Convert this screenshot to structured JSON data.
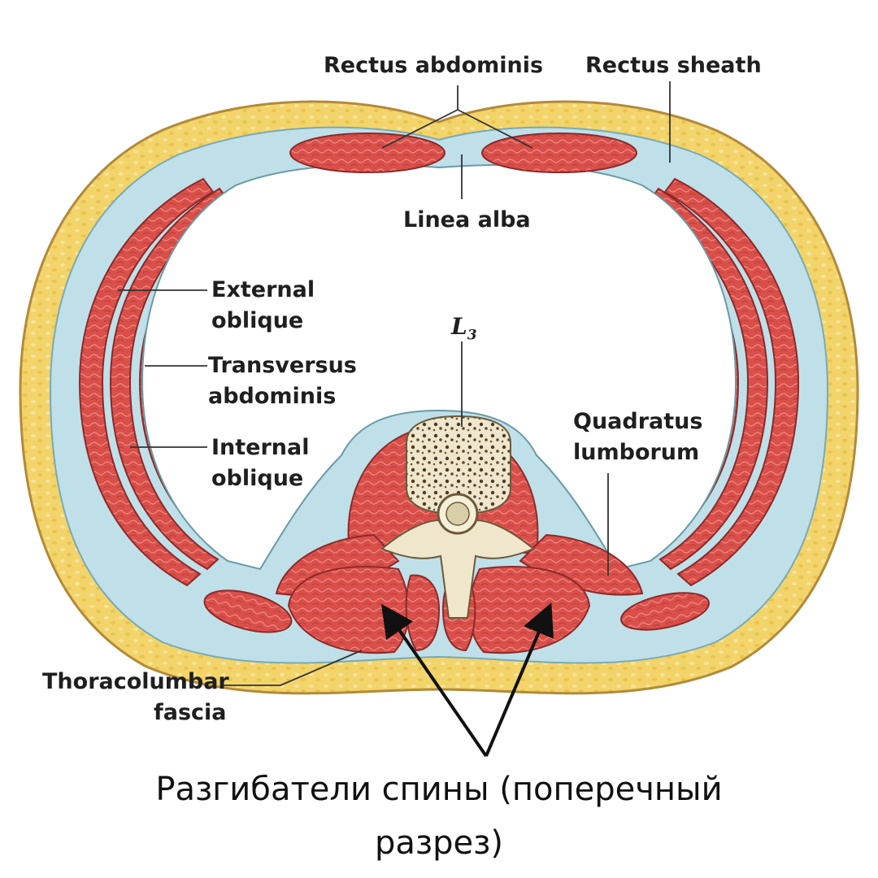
{
  "labels": {
    "rectus_abdominis": "Rectus abdominis",
    "rectus_sheath": "Rectus sheath",
    "linea_alba": "Linea alba",
    "external_oblique": [
      "External",
      "oblique"
    ],
    "transversus_abdominis": [
      "Transversus",
      "abdominis"
    ],
    "internal_oblique": [
      "Internal",
      "oblique"
    ],
    "vertebra_letter": "L",
    "vertebra_number": "3",
    "quadratus_lumborum": [
      "Quadratus",
      "lumborum"
    ],
    "thoracolumbar_fascia": [
      "Thoracolumbar",
      "fascia"
    ]
  },
  "caption": [
    "Разгибатели спины (поперечный",
    "разрез)"
  ],
  "colors": {
    "fat": "#f2d46a",
    "skin_outline": "#b38a3a",
    "muscle": "#d94f4a",
    "muscle_dark": "#8c2a2a",
    "fascia": "#bfe0e8",
    "bone": "#efe6cc",
    "cavity": "#ffffff"
  }
}
